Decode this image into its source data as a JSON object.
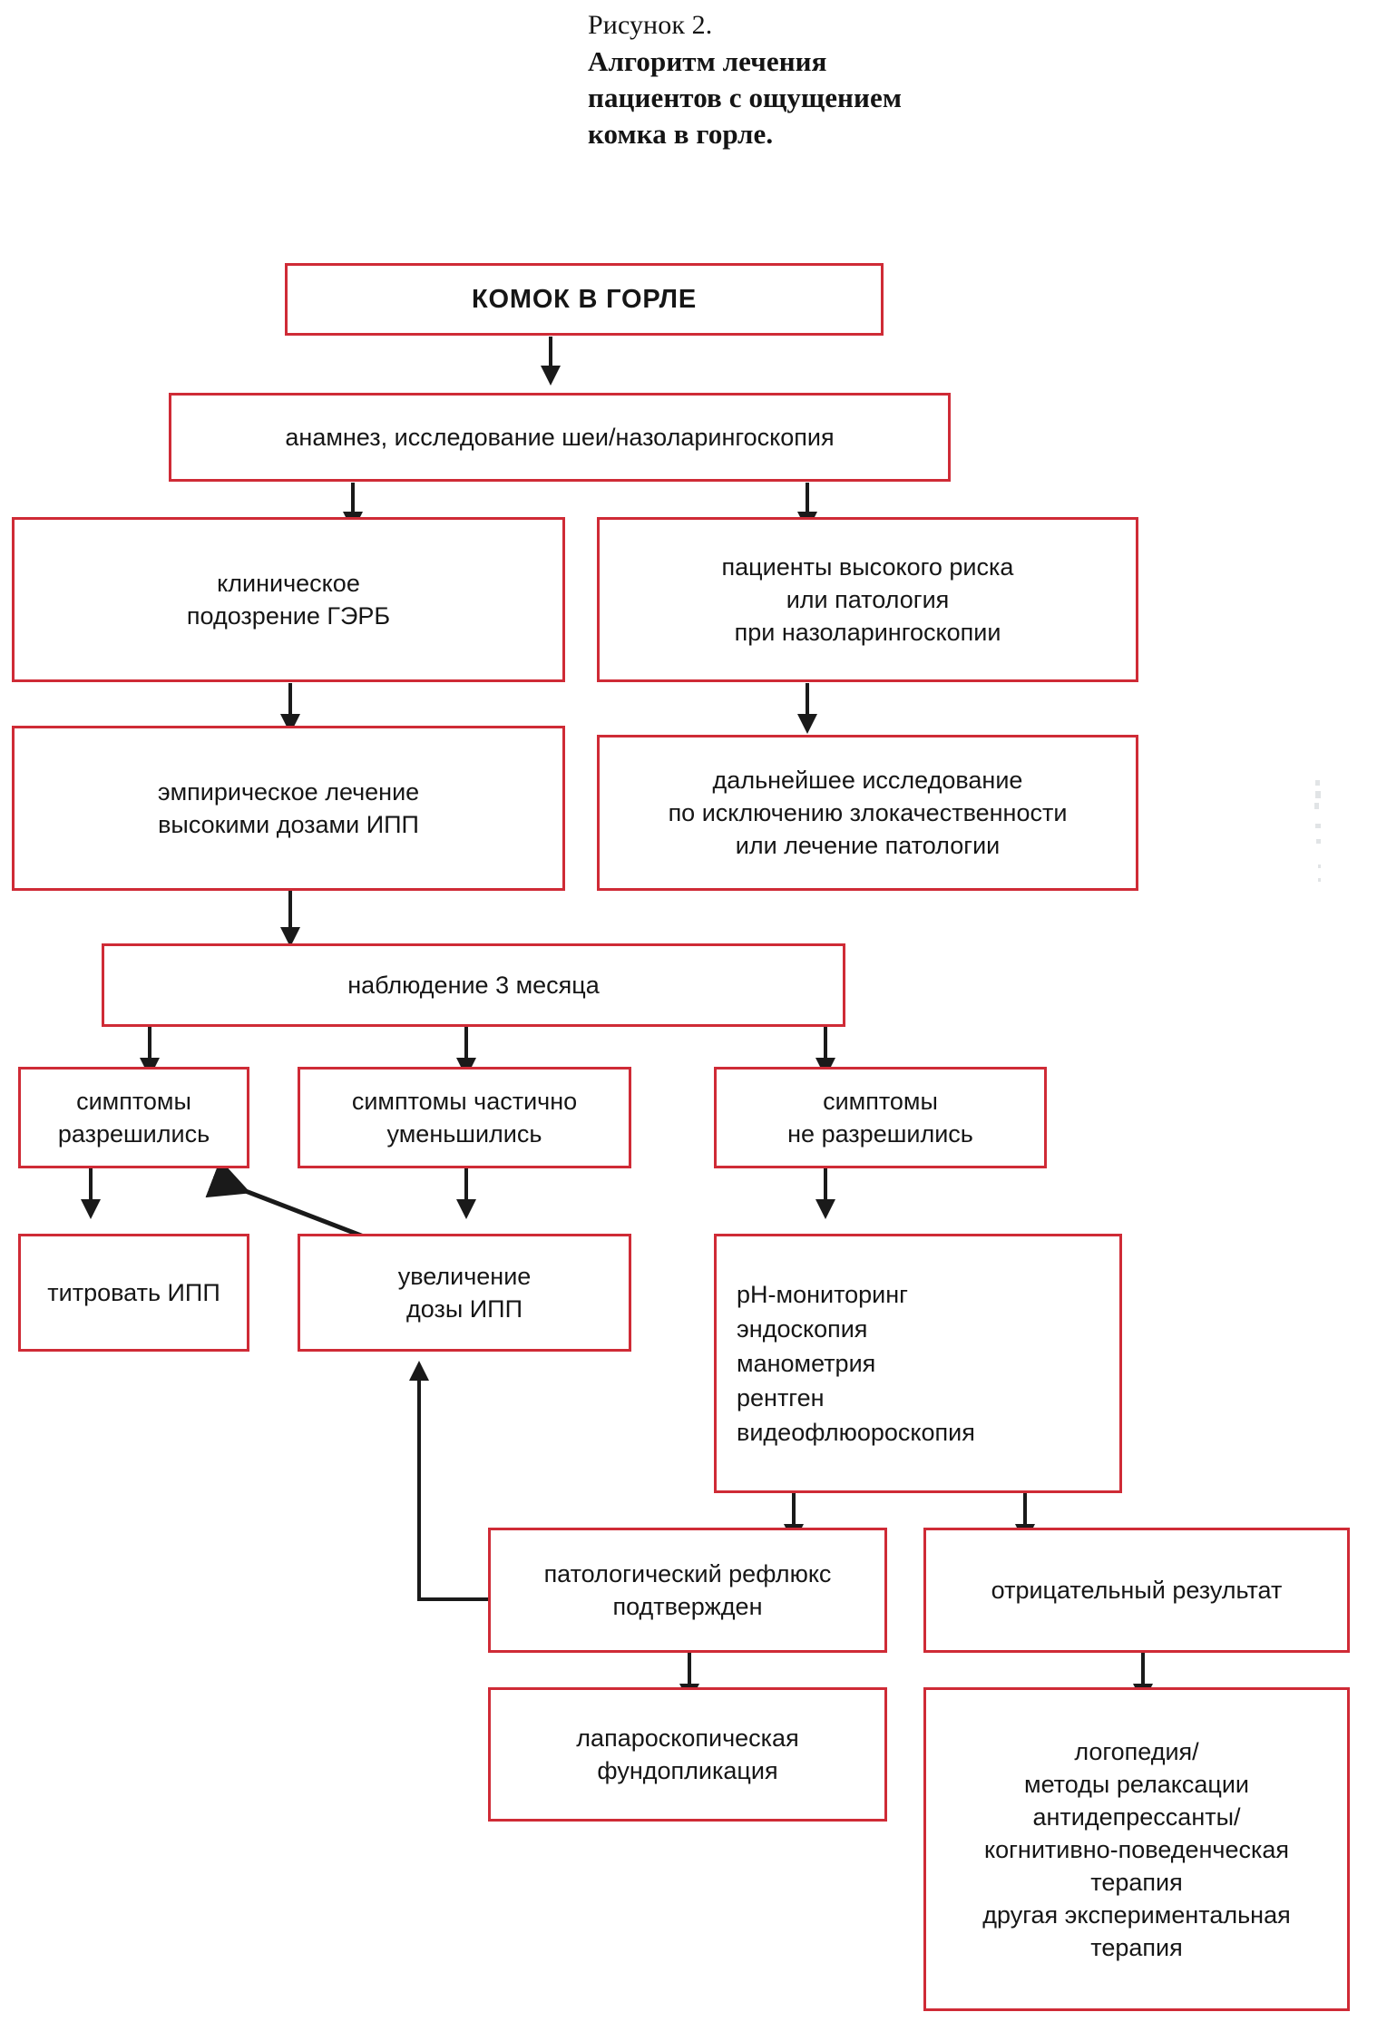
{
  "title": {
    "figure_label": "Рисунок 2.",
    "heading_lines": [
      "Алгоритм лечения",
      "пациентов с ощущением",
      "комка в горле."
    ]
  },
  "colors": {
    "box_border": "#cf2b36",
    "connector": "#1a1a1a",
    "text": "#161616",
    "background": "#ffffff"
  },
  "chart_data": {
    "type": "diagram",
    "subtype": "flowchart",
    "title": "Алгоритм лечения пациентов с ощущением комка в горле",
    "nodes": [
      {
        "id": "n1",
        "label": "КОМОК В ГОРЛЕ",
        "lines": [
          "КОМОК В ГОРЛЕ"
        ],
        "emphasis": "bold",
        "align": "center"
      },
      {
        "id": "n2",
        "label": "анамнез, исследование шеи/назоларингоскопия",
        "lines": [
          "анамнез, исследование шеи/назоларингоскопия"
        ],
        "align": "center"
      },
      {
        "id": "n3",
        "label": "клиническое подозрение ГЭРБ",
        "lines": [
          "клиническое",
          "подозрение ГЭРБ"
        ],
        "align": "center"
      },
      {
        "id": "n4",
        "label": "пациенты высокого риска или патология при назоларингоскопии",
        "lines": [
          "пациенты высокого риска",
          "или патология",
          "при назоларингоскопии"
        ],
        "align": "center"
      },
      {
        "id": "n5",
        "label": "эмпирическое лечение высокими дозами ИПП",
        "lines": [
          "эмпирическое лечение",
          "высокими дозами ИПП"
        ],
        "align": "center"
      },
      {
        "id": "n6",
        "label": "дальнейшее исследование по исключению злокачественности или лечение патологии",
        "lines": [
          "дальнейшее исследование",
          "по исключению злокачественности",
          "или лечение патологии"
        ],
        "align": "center"
      },
      {
        "id": "n7",
        "label": "наблюдение 3 месяца",
        "lines": [
          "наблюдение 3 месяца"
        ],
        "align": "center"
      },
      {
        "id": "n8",
        "label": "симптомы разрешились",
        "lines": [
          "симптомы",
          "разрешились"
        ],
        "align": "center"
      },
      {
        "id": "n9",
        "label": "симптомы частично уменьшились",
        "lines": [
          "симптомы частично",
          "уменьшились"
        ],
        "align": "center"
      },
      {
        "id": "n10",
        "label": "симптомы не разрешились",
        "lines": [
          "симптомы",
          "не разрешились"
        ],
        "align": "center"
      },
      {
        "id": "n11",
        "label": "титровать ИПП",
        "lines": [
          "титровать ИПП"
        ],
        "align": "center"
      },
      {
        "id": "n12",
        "label": "увеличение дозы ИПП",
        "lines": [
          "увеличение",
          "дозы ИПП"
        ],
        "align": "center"
      },
      {
        "id": "n13",
        "label": "pH-мониторинг эндоскопия манометрия рентген видеофлюороскопия",
        "lines": [
          "pH-мониторинг",
          "эндоскопия",
          "манометрия",
          "рентген",
          "видеофлюороскопия"
        ],
        "align": "left"
      },
      {
        "id": "n14",
        "label": "патологический рефлюкс подтвержден",
        "lines": [
          "патологический рефлюкс",
          "подтвержден"
        ],
        "align": "center"
      },
      {
        "id": "n15",
        "label": "отрицательный результат",
        "lines": [
          "отрицательный результат"
        ],
        "align": "center"
      },
      {
        "id": "n16",
        "label": "лапароскопическая фундопликация",
        "lines": [
          "лапароскопическая",
          "фундопликация"
        ],
        "align": "center"
      },
      {
        "id": "n17",
        "label": "логопедия/ методы релаксации антидепрессанты/ когнитивно-поведенческая терапия другая экспериментальная терапия",
        "lines": [
          "логопедия/",
          "методы релаксации",
          "антидепрессанты/",
          "когнитивно-поведенческая",
          "терапия",
          "другая экспериментальная",
          "терапия"
        ],
        "align": "center"
      }
    ],
    "edges": [
      {
        "from": "n1",
        "to": "n2",
        "style": "straight-down"
      },
      {
        "from": "n2",
        "to": "n3",
        "style": "straight-down"
      },
      {
        "from": "n2",
        "to": "n4",
        "style": "straight-down"
      },
      {
        "from": "n3",
        "to": "n5",
        "style": "straight-down"
      },
      {
        "from": "n4",
        "to": "n6",
        "style": "straight-down"
      },
      {
        "from": "n5",
        "to": "n7",
        "style": "straight-down"
      },
      {
        "from": "n7",
        "to": "n8",
        "style": "straight-down"
      },
      {
        "from": "n7",
        "to": "n9",
        "style": "straight-down"
      },
      {
        "from": "n7",
        "to": "n10",
        "style": "straight-down"
      },
      {
        "from": "n8",
        "to": "n11",
        "style": "straight-down"
      },
      {
        "from": "n9",
        "to": "n12",
        "style": "straight-down"
      },
      {
        "from": "n10",
        "to": "n13",
        "style": "straight-down"
      },
      {
        "from": "n12",
        "to": "n8",
        "style": "diagonal-up-left"
      },
      {
        "from": "n13",
        "to": "n14",
        "style": "straight-down"
      },
      {
        "from": "n13",
        "to": "n15",
        "style": "straight-down"
      },
      {
        "from": "n14",
        "to": "n16",
        "style": "straight-down"
      },
      {
        "from": "n15",
        "to": "n17",
        "style": "straight-down"
      },
      {
        "from": "n14",
        "to": "n12",
        "style": "elbow-left-up"
      }
    ]
  }
}
